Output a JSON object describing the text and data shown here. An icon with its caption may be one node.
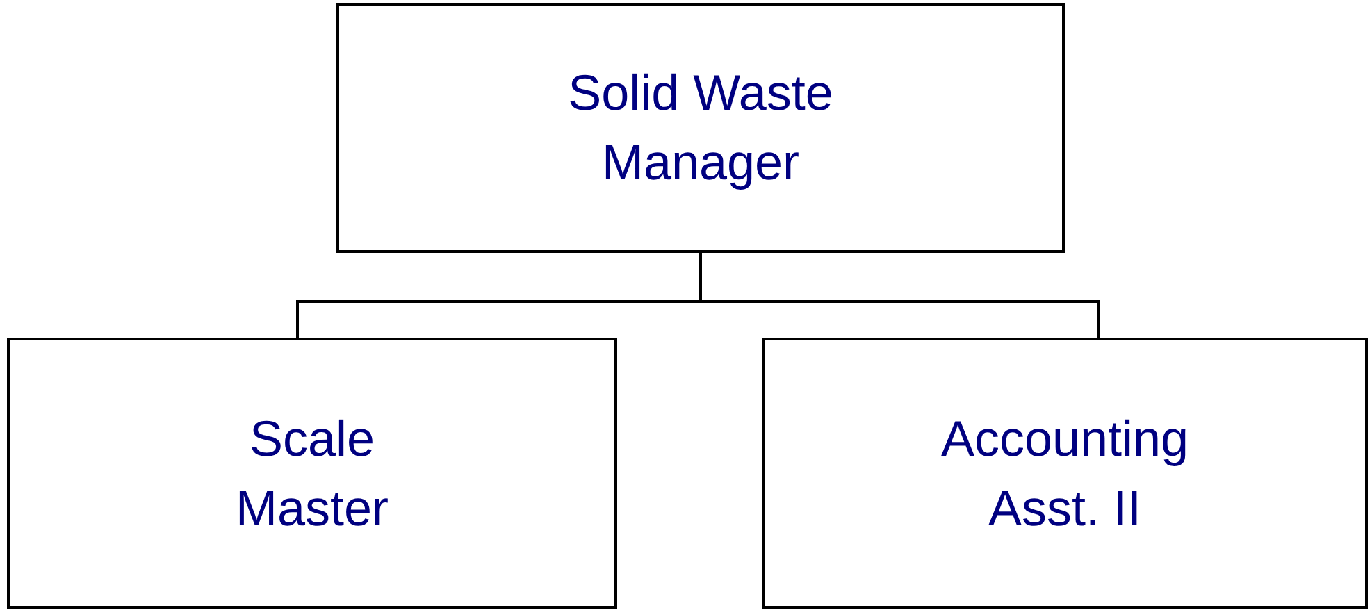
{
  "diagram": {
    "nodes": [
      {
        "text": [
          "Solid Waste Manager"
        ]
      },
      {
        "text": [
          "Scale Master"
        ]
      },
      {
        "text": [
          "Accounting Asst. II"
        ]
      }
    ],
    "edges": [
      {
        "from": 0,
        "to": 1,
        "arrow": "none"
      },
      {
        "from": 0,
        "to": 2,
        "arrow": "none"
      }
    ]
  }
}
